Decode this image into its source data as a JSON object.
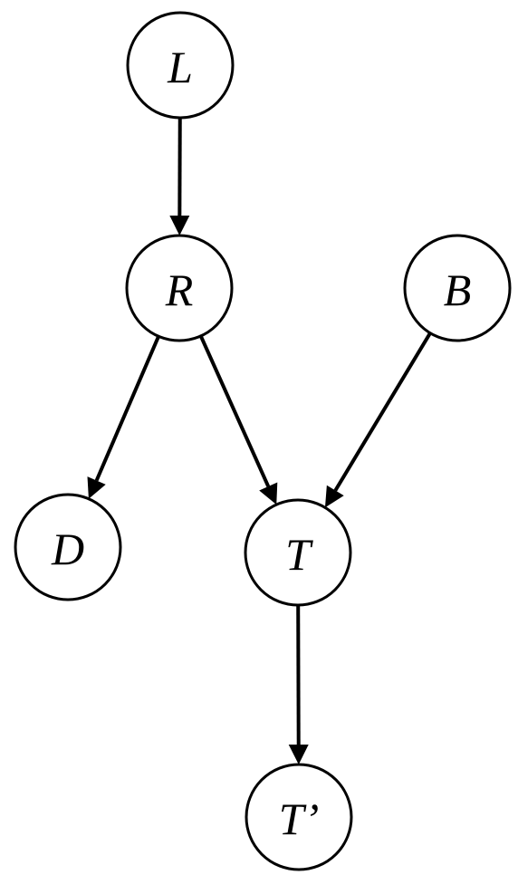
{
  "nodes": [
    {
      "id": "L",
      "label": "L"
    },
    {
      "id": "R",
      "label": "R"
    },
    {
      "id": "B",
      "label": "B"
    },
    {
      "id": "D",
      "label": "D"
    },
    {
      "id": "T",
      "label": "T"
    },
    {
      "id": "Tp",
      "label": "T’"
    }
  ],
  "edges": [
    {
      "from": "L",
      "to": "R"
    },
    {
      "from": "R",
      "to": "D"
    },
    {
      "from": "R",
      "to": "T"
    },
    {
      "from": "B",
      "to": "T"
    },
    {
      "from": "T",
      "to": "Tp"
    }
  ],
  "colors": {
    "stroke": "#000000",
    "fill": "#ffffff"
  }
}
